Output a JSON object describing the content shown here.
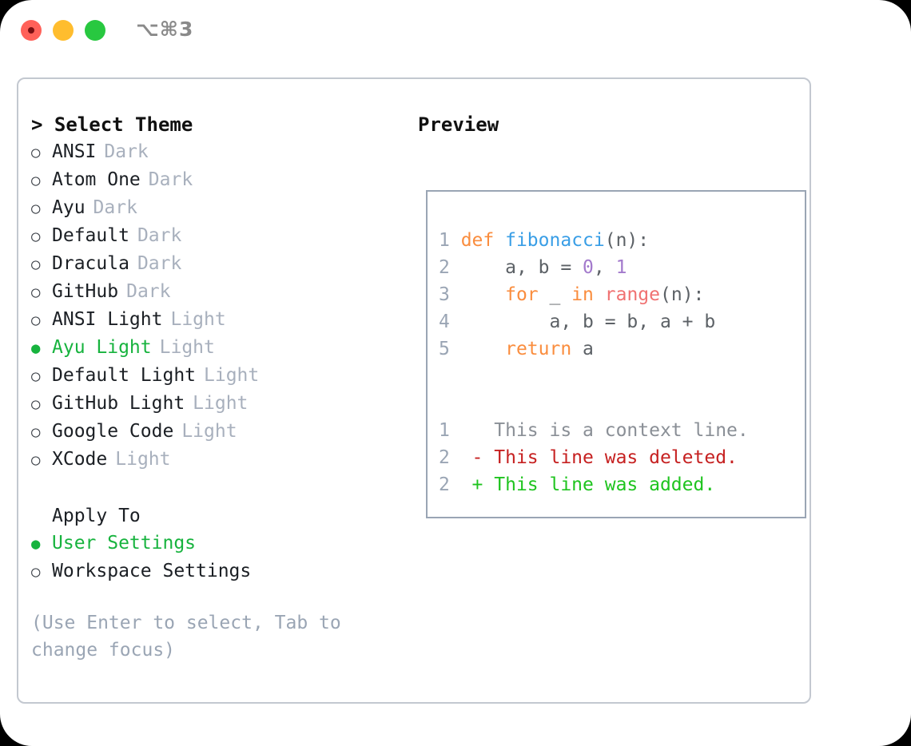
{
  "window": {
    "shortcut": "⌥⌘3",
    "traffic_lights": [
      "close-button",
      "minimize-button",
      "maximize-button"
    ]
  },
  "theme_picker": {
    "header": "> Select Theme",
    "selected_bullet": "●",
    "unselected_bullet": "○",
    "options": [
      {
        "label": "ANSI",
        "variant": "Dark",
        "selected": false
      },
      {
        "label": "Atom One",
        "variant": "Dark",
        "selected": false
      },
      {
        "label": "Ayu",
        "variant": "Dark",
        "selected": false
      },
      {
        "label": "Default",
        "variant": "Dark",
        "selected": false
      },
      {
        "label": "Dracula",
        "variant": "Dark",
        "selected": false
      },
      {
        "label": "GitHub",
        "variant": "Dark",
        "selected": false
      },
      {
        "label": "ANSI Light",
        "variant": "Light",
        "selected": false
      },
      {
        "label": "Ayu Light",
        "variant": "Light",
        "selected": true
      },
      {
        "label": "Default Light",
        "variant": "Light",
        "selected": false
      },
      {
        "label": "GitHub Light",
        "variant": "Light",
        "selected": false
      },
      {
        "label": "Google Code",
        "variant": "Light",
        "selected": false
      },
      {
        "label": "XCode",
        "variant": "Light",
        "selected": false
      }
    ]
  },
  "apply_to": {
    "title": "Apply To",
    "options": [
      {
        "label": "User Settings",
        "selected": true
      },
      {
        "label": "Workspace Settings",
        "selected": false
      }
    ]
  },
  "hint": "(Use Enter to select, Tab to change focus)",
  "preview": {
    "title": "Preview",
    "code_lines": [
      {
        "num": "1",
        "tokens": [
          {
            "t": "def",
            "c": "kw"
          },
          {
            "t": " ",
            "c": "punct"
          },
          {
            "t": "fibonacci",
            "c": "fn"
          },
          {
            "t": "(n):",
            "c": "punct"
          }
        ]
      },
      {
        "num": "2",
        "tokens": [
          {
            "t": "    a, b ",
            "c": "var"
          },
          {
            "t": "= ",
            "c": "punct"
          },
          {
            "t": "0",
            "c": "num"
          },
          {
            "t": ", ",
            "c": "punct"
          },
          {
            "t": "1",
            "c": "num"
          }
        ]
      },
      {
        "num": "3",
        "tokens": [
          {
            "t": "    ",
            "c": "var"
          },
          {
            "t": "for",
            "c": "kw"
          },
          {
            "t": " _ ",
            "c": "var"
          },
          {
            "t": "in",
            "c": "kw"
          },
          {
            "t": " ",
            "c": "var"
          },
          {
            "t": "range",
            "c": "builtin"
          },
          {
            "t": "(n):",
            "c": "punct"
          }
        ]
      },
      {
        "num": "4",
        "tokens": [
          {
            "t": "        a, b ",
            "c": "var"
          },
          {
            "t": "= ",
            "c": "punct"
          },
          {
            "t": "b, a + b",
            "c": "var"
          }
        ]
      },
      {
        "num": "5",
        "tokens": [
          {
            "t": "    ",
            "c": "var"
          },
          {
            "t": "return",
            "c": "kw"
          },
          {
            "t": " a",
            "c": "var"
          }
        ]
      }
    ],
    "diff_lines": [
      {
        "num": "1",
        "marker": " ",
        "text": "This is a context line.",
        "kind": "ctx"
      },
      {
        "num": "2",
        "marker": "-",
        "text": "This line was deleted.",
        "kind": "del"
      },
      {
        "num": "2",
        "marker": "+",
        "text": "This line was added.",
        "kind": "add"
      }
    ]
  },
  "colors": {
    "accent_green": "#17b33e",
    "keyword_orange": "#fa8d3e",
    "function_blue": "#399ee6",
    "number_purple": "#a37acc",
    "builtin_red": "#f07171",
    "muted_gray": "#9aa5b4",
    "diff_delete": "#c62121",
    "diff_add": "#1fc41f"
  }
}
